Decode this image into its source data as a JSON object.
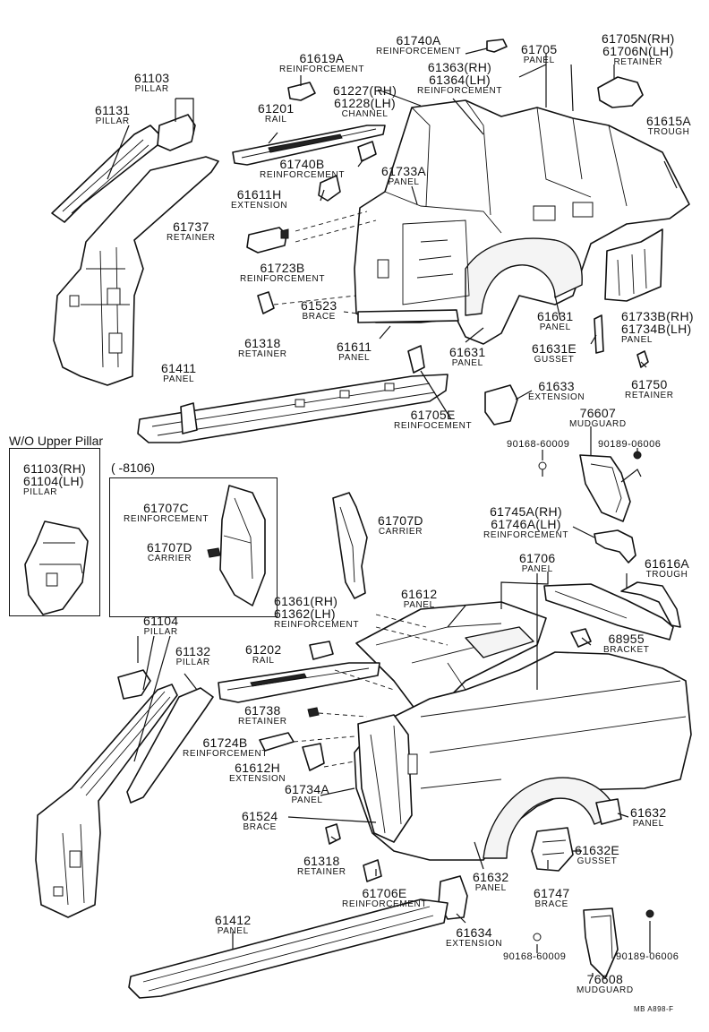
{
  "labels": {
    "l61740a": {
      "n": "61740A",
      "t": "REINFORCEMENT"
    },
    "l61705": {
      "n": "61705",
      "t": "PANEL"
    },
    "l61705n": {
      "n": "61705N(RH)",
      "n2": "61706N(LH)",
      "t": "RETAINER"
    },
    "l61103": {
      "n": "61103",
      "t": "PILLAR"
    },
    "l61619a": {
      "n": "61619A",
      "t": "REINFORCEMENT"
    },
    "l61363": {
      "n": "61363(RH)",
      "n2": "61364(LH)",
      "t": "REINFORCEMENT"
    },
    "l61131": {
      "n": "61131",
      "t": "PILLAR"
    },
    "l61201": {
      "n": "61201",
      "t": "RAIL"
    },
    "l61227": {
      "n": "61227(RH)",
      "n2": "61228(LH)",
      "t": "CHANNEL"
    },
    "l61615a": {
      "n": "61615A",
      "t": "TROUGH"
    },
    "l61740b": {
      "n": "61740B",
      "t": "REINFORCEMENT"
    },
    "l61733a": {
      "n": "61733A",
      "t": "PANEL"
    },
    "l61611h": {
      "n": "61611H",
      "t": "EXTENSION"
    },
    "l61737": {
      "n": "61737",
      "t": "RETAINER"
    },
    "l61723b": {
      "n": "61723B",
      "t": "REINFORCEMENT"
    },
    "l61523": {
      "n": "61523",
      "t": "BRACE"
    },
    "l61631a": {
      "n": "61631",
      "t": "PANEL"
    },
    "l61733b": {
      "n": "61733B(RH)",
      "n2": "61734B(LH)",
      "t": "PANEL"
    },
    "l61318a": {
      "n": "61318",
      "t": "RETAINER"
    },
    "l61611": {
      "n": "61611",
      "t": "PANEL"
    },
    "l61631b": {
      "n": "61631",
      "t": "PANEL"
    },
    "l61631e": {
      "n": "61631E",
      "t": "GUSSET"
    },
    "l61411": {
      "n": "61411",
      "t": "PANEL"
    },
    "l61750": {
      "n": "61750",
      "t": "RETAINER"
    },
    "l61633": {
      "n": "61633",
      "t": "EXTENSION"
    },
    "l61705e": {
      "n": "61705E",
      "t": "REINFOCEMENT"
    },
    "l76607": {
      "n": "76607",
      "t": "MUDGUARD"
    },
    "l61103b": {
      "n": "61103(RH)",
      "n2": "61104(LH)",
      "t": "PILLAR"
    },
    "l61707c": {
      "n": "61707C",
      "t": "REINFORCEMENT"
    },
    "l61707d_in": {
      "n": "61707D",
      "t": "CARRIER"
    },
    "l61707d": {
      "n": "61707D",
      "t": "CARRIER"
    },
    "l61745a": {
      "n": "61745A(RH)",
      "n2": "61746A(LH)",
      "t": "REINFORCEMENT"
    },
    "l61706": {
      "n": "61706",
      "t": "PANEL"
    },
    "l61616a": {
      "n": "61616A",
      "t": "TROUGH"
    },
    "l61612": {
      "n": "61612",
      "t": "PANEL"
    },
    "l61361": {
      "n": "61361(RH)",
      "n2": "61362(LH)",
      "t": "REINFORCEMENT"
    },
    "l68955": {
      "n": "68955",
      "t": "BRACKET"
    },
    "l61104": {
      "n": "61104",
      "t": "PILLAR"
    },
    "l61132": {
      "n": "61132",
      "t": "PILLAR"
    },
    "l61202": {
      "n": "61202",
      "t": "RAIL"
    },
    "l61738": {
      "n": "61738",
      "t": "RETAINER"
    },
    "l61724b": {
      "n": "61724B",
      "t": "REINFORCEMENT"
    },
    "l61612h": {
      "n": "61612H",
      "t": "EXTENSION"
    },
    "l61734a": {
      "n": "61734A",
      "t": "PANEL"
    },
    "l61524": {
      "n": "61524",
      "t": "BRACE"
    },
    "l61632a": {
      "n": "61632",
      "t": "PANEL"
    },
    "l61632e": {
      "n": "61632E",
      "t": "GUSSET"
    },
    "l61318b": {
      "n": "61318",
      "t": "RETAINER"
    },
    "l61706e": {
      "n": "61706E",
      "t": "REINFORCEMENT"
    },
    "l61632b": {
      "n": "61632",
      "t": "PANEL"
    },
    "l61747": {
      "n": "61747",
      "t": "BRACE"
    },
    "l61412": {
      "n": "61412",
      "t": "PANEL"
    },
    "l61634": {
      "n": "61634",
      "t": "EXTENSION"
    },
    "l76608": {
      "n": "76608",
      "t": "MUDGUARD"
    }
  },
  "notes": {
    "wo_upper_pillar": "W/O Upper Pillar",
    "date_range": "(     -8106)",
    "bolt_a1": "90168-60009",
    "bolt_b1": "90189-06006",
    "bolt_a2": "90168-60009",
    "bolt_b2": "90189-06006",
    "ref_code": "MB  A898-F"
  }
}
